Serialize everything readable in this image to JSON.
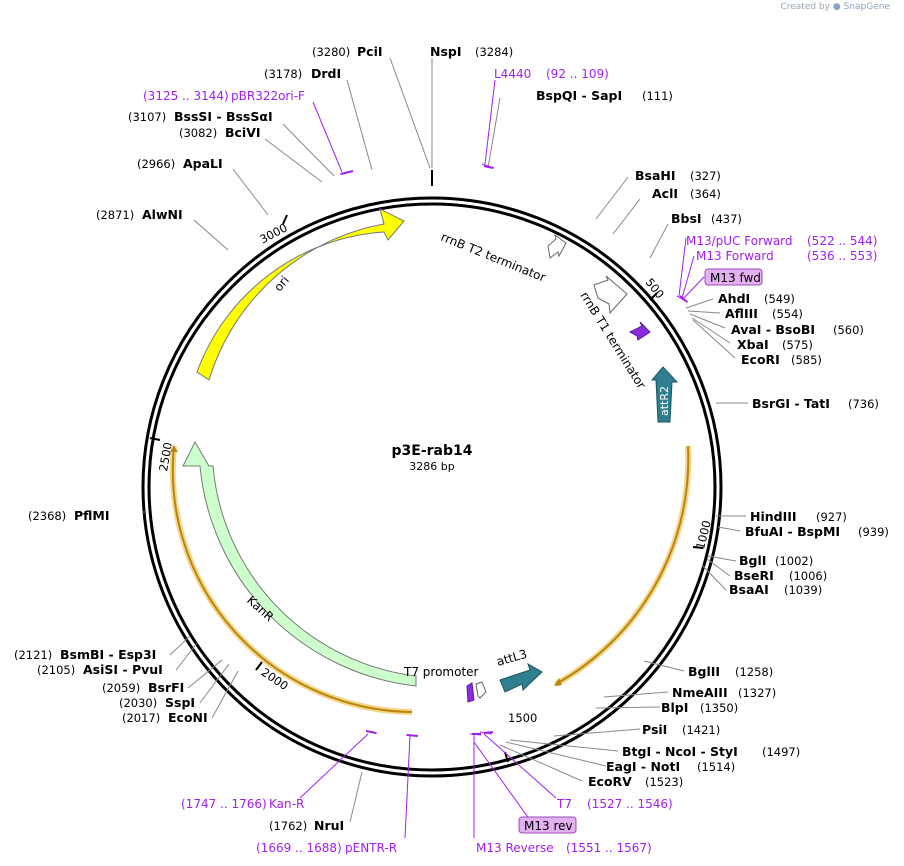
{
  "watermark": {
    "created_by": "Created by",
    "brand": "SnapGene"
  },
  "plasmid": {
    "name": "p3E-rab14",
    "length_label": "3286 bp",
    "length": 3286
  },
  "colors": {
    "backbone": "#000000",
    "primer": "#a020f0",
    "ori": "#ffff00",
    "kanr": "#ccffcc",
    "attr2": "#2e7f8f",
    "attl3": "#2e7f8f",
    "orange_arc": "#d4a017",
    "m13tag_fill": "#e3b0f2"
  },
  "ticks": [
    {
      "label": "500",
      "bp": 500
    },
    {
      "label": "1000",
      "bp": 1000
    },
    {
      "label": "1500",
      "bp": 1500
    },
    {
      "label": "2000",
      "bp": 2000
    },
    {
      "label": "2500",
      "bp": 2500
    },
    {
      "label": "3000",
      "bp": 3000
    }
  ],
  "sites": [
    {
      "name": "PciI",
      "pos": "(3280)",
      "bp": 3280
    },
    {
      "name": "NspI",
      "pos": "(3284)",
      "bp": 3284
    },
    {
      "name": "DrdI",
      "pos": "(3178)",
      "bp": 3178
    },
    {
      "name": "BssSI  -  BssSαI",
      "pos": "(3107)",
      "bp": 3107
    },
    {
      "name": "BciVI",
      "pos": "(3082)",
      "bp": 3082
    },
    {
      "name": "ApaLI",
      "pos": "(2966)",
      "bp": 2966
    },
    {
      "name": "AlwNI",
      "pos": "(2871)",
      "bp": 2871
    },
    {
      "name": "PflMI",
      "pos": "(2368)",
      "bp": 2368
    },
    {
      "name": "BsmBI  -  Esp3I",
      "pos": "(2121)",
      "bp": 2121
    },
    {
      "name": "AsiSI  -  PvuI",
      "pos": "(2105)",
      "bp": 2105
    },
    {
      "name": "BsrFI",
      "pos": "(2059)",
      "bp": 2059
    },
    {
      "name": "SspI",
      "pos": "(2030)",
      "bp": 2030
    },
    {
      "name": "EcoNI",
      "pos": "(2017)",
      "bp": 2017
    },
    {
      "name": "NruI",
      "pos": "(1762)",
      "bp": 1762
    },
    {
      "name": "BspQI  -  SapI",
      "pos": "(111)",
      "bp": 111
    },
    {
      "name": "BsaHI",
      "pos": "(327)",
      "bp": 327
    },
    {
      "name": "AclI",
      "pos": "(364)",
      "bp": 364
    },
    {
      "name": "BbsI",
      "pos": "(437)",
      "bp": 437
    },
    {
      "name": "AhdI",
      "pos": "(549)",
      "bp": 549
    },
    {
      "name": "AflIII",
      "pos": "(554)",
      "bp": 554
    },
    {
      "name": "AvaI  -  BsoBI",
      "pos": "(560)",
      "bp": 560
    },
    {
      "name": "XbaI",
      "pos": "(575)",
      "bp": 575
    },
    {
      "name": "EcoRI",
      "pos": "(585)",
      "bp": 585
    },
    {
      "name": "BsrGI  -  TatI",
      "pos": "(736)",
      "bp": 736
    },
    {
      "name": "HindIII",
      "pos": "(927)",
      "bp": 927
    },
    {
      "name": "BfuAI  -  BspMI",
      "pos": "(939)",
      "bp": 939
    },
    {
      "name": "BglI",
      "pos": "(1002)",
      "bp": 1002
    },
    {
      "name": "BseRI",
      "pos": "(1006)",
      "bp": 1006
    },
    {
      "name": "BsaAI",
      "pos": "(1039)",
      "bp": 1039
    },
    {
      "name": "BglII",
      "pos": "(1258)",
      "bp": 1258
    },
    {
      "name": "NmeAIII",
      "pos": "(1327)",
      "bp": 1327
    },
    {
      "name": "BlpI",
      "pos": "(1350)",
      "bp": 1350
    },
    {
      "name": "PsiI",
      "pos": "(1421)",
      "bp": 1421
    },
    {
      "name": "BtgI  -  NcoI  -  StyI",
      "pos": "(1497)",
      "bp": 1497
    },
    {
      "name": "EagI  -  NotI",
      "pos": "(1514)",
      "bp": 1514
    },
    {
      "name": "EcoRV",
      "pos": "(1523)",
      "bp": 1523
    }
  ],
  "primers": [
    {
      "name": "L4440",
      "range": "(92 .. 109)"
    },
    {
      "name": "pBR322ori-F",
      "range": "(3125 .. 3144)"
    },
    {
      "name": "M13/pUC Forward",
      "range": "(522 .. 544)"
    },
    {
      "name": "M13 Forward",
      "range": "(536 .. 553)"
    },
    {
      "name": "Kan-R",
      "range": "(1747 .. 1766)"
    },
    {
      "name": "pENTR-R",
      "range": "(1669 .. 1688)"
    },
    {
      "name": "T7",
      "range": "(1527 .. 1546)"
    },
    {
      "name": "M13 Reverse",
      "range": "(1551 .. 1567)"
    }
  ],
  "tags": {
    "m13fwd": "M13 fwd",
    "m13rev": "M13 rev"
  },
  "features": {
    "ori": "ori",
    "kanr": "KanR",
    "rrnb_t2": "rrnB T2 terminator",
    "rrnb_t1": "rrnB T1 terminator",
    "attr2": "attR2",
    "attl3": "attL3",
    "t7_promoter": "T7 promoter"
  }
}
